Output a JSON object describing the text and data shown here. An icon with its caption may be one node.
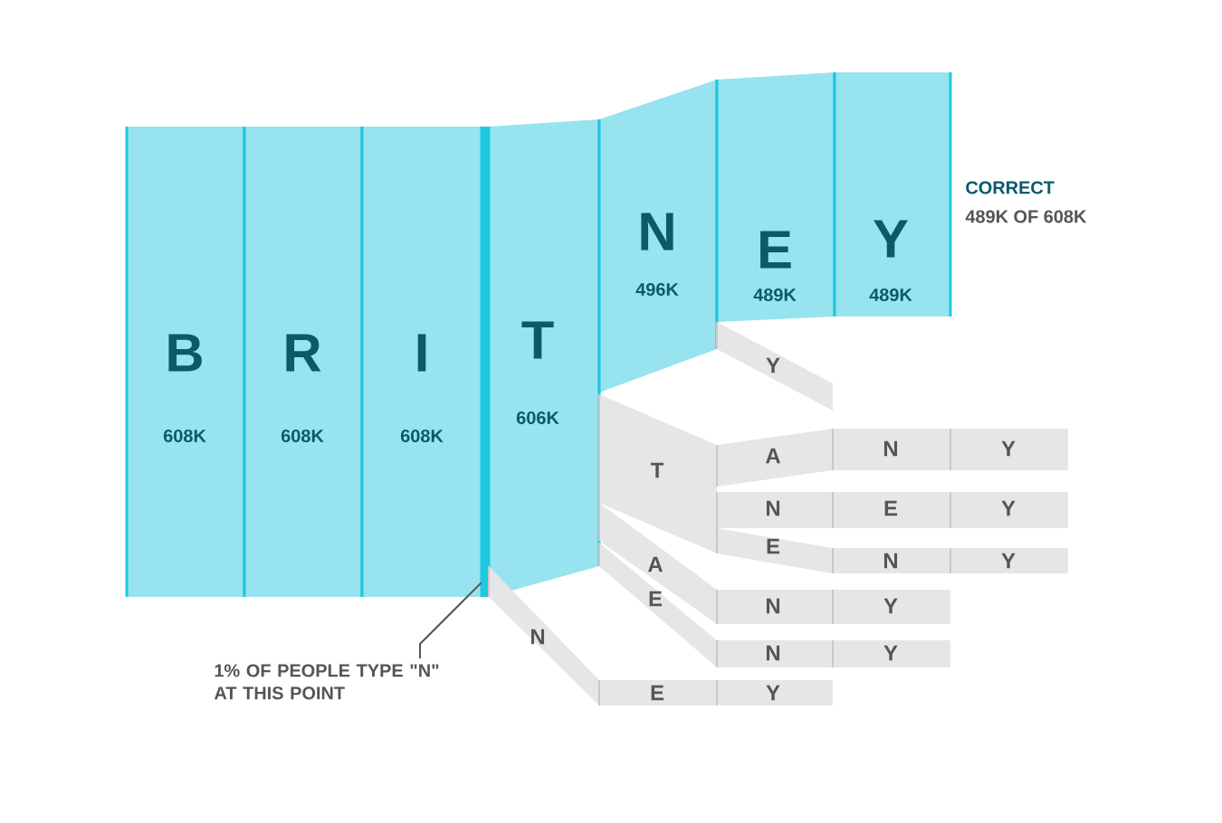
{
  "diagram": {
    "nodes": [
      {
        "text": [
          "B",
          "608K"
        ]
      },
      {
        "text": [
          "R",
          "608K"
        ]
      },
      {
        "text": [
          "I",
          "608K"
        ]
      },
      {
        "text": [],
        "shape": "bar"
      },
      {
        "text": [
          "T",
          "606K"
        ]
      },
      {
        "text": [
          "N",
          "496K"
        ]
      },
      {
        "text": [
          "E",
          "489K"
        ]
      },
      {
        "text": [
          "Y",
          "489K"
        ],
        "beside": [
          "CORRECT",
          "489K OF 608K"
        ]
      },
      {
        "text": [
          "Y"
        ]
      },
      {
        "text": [
          "T"
        ]
      },
      {
        "text": [
          "A"
        ]
      },
      {
        "text": [
          "E"
        ]
      },
      {
        "text": [
          "N"
        ]
      },
      {
        "text": [
          "A"
        ]
      },
      {
        "text": [
          "N"
        ]
      },
      {
        "text": [
          "Y"
        ]
      },
      {
        "text": [
          "N"
        ]
      },
      {
        "text": [
          "E"
        ]
      },
      {
        "text": [
          "Y"
        ]
      },
      {
        "text": [
          "E"
        ]
      },
      {
        "text": [
          "N"
        ]
      },
      {
        "text": [
          "Y"
        ]
      },
      {
        "text": [
          "N"
        ]
      },
      {
        "text": [
          "Y"
        ]
      },
      {
        "text": [
          "N"
        ]
      },
      {
        "text": [
          "Y"
        ]
      },
      {
        "text": [
          "E"
        ]
      },
      {
        "text": [
          "Y"
        ]
      },
      {
        "text": [
          "1% OF PEOPLE TYPE \"N\" AT THIS POINT"
        ]
      }
    ],
    "edges": [
      {
        "from": 28,
        "to": 3,
        "arrow": "none"
      }
    ]
  }
}
